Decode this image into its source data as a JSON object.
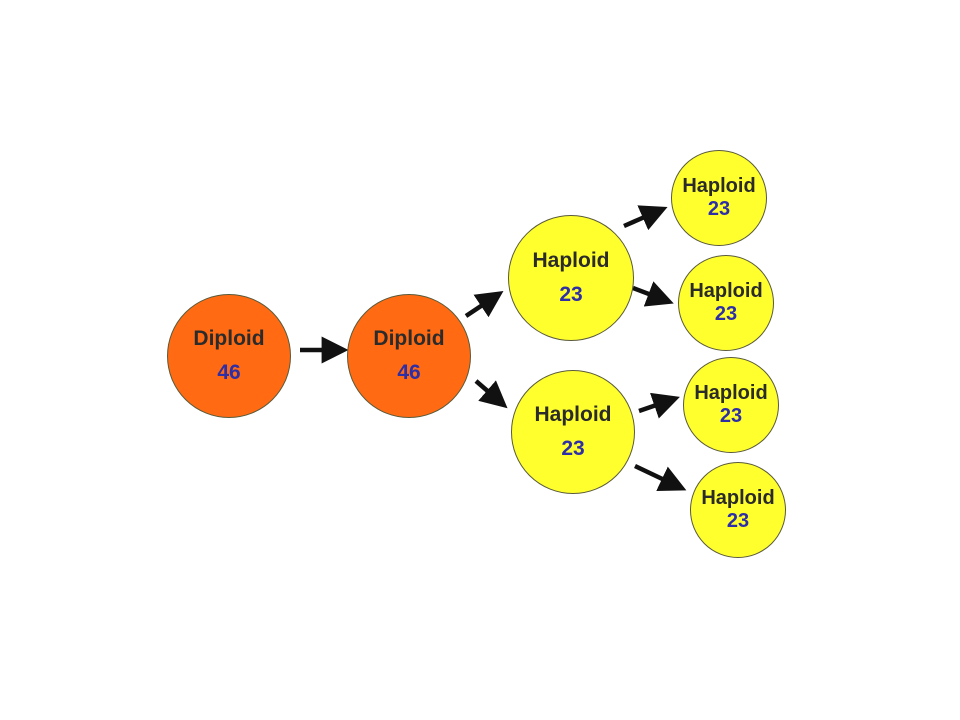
{
  "diagram": {
    "colors": {
      "diploid_fill": "#ff6a12",
      "haploid_fill": "#ffff2e",
      "label_text": "#2b2b2b",
      "count_text": "#2e2ea6",
      "arrow": "#111111"
    },
    "nodes": [
      {
        "id": "c1",
        "name": "Diploid",
        "count": "46",
        "type": "diploid"
      },
      {
        "id": "c2",
        "name": "Diploid",
        "count": "46",
        "type": "diploid"
      },
      {
        "id": "c3",
        "name": "Haploid",
        "count": "23",
        "type": "haploid"
      },
      {
        "id": "c4",
        "name": "Haploid",
        "count": "23",
        "type": "haploid"
      },
      {
        "id": "c5",
        "name": "Haploid",
        "count": "23",
        "type": "haploid"
      },
      {
        "id": "c6",
        "name": "Haploid",
        "count": "23",
        "type": "haploid"
      },
      {
        "id": "c7",
        "name": "Haploid",
        "count": "23",
        "type": "haploid"
      },
      {
        "id": "c8",
        "name": "Haploid",
        "count": "23",
        "type": "haploid"
      }
    ],
    "edges": [
      {
        "from": "c1",
        "to": "c2"
      },
      {
        "from": "c2",
        "to": "c3"
      },
      {
        "from": "c2",
        "to": "c4"
      },
      {
        "from": "c3",
        "to": "c5"
      },
      {
        "from": "c3",
        "to": "c6"
      },
      {
        "from": "c4",
        "to": "c7"
      },
      {
        "from": "c4",
        "to": "c8"
      }
    ]
  }
}
